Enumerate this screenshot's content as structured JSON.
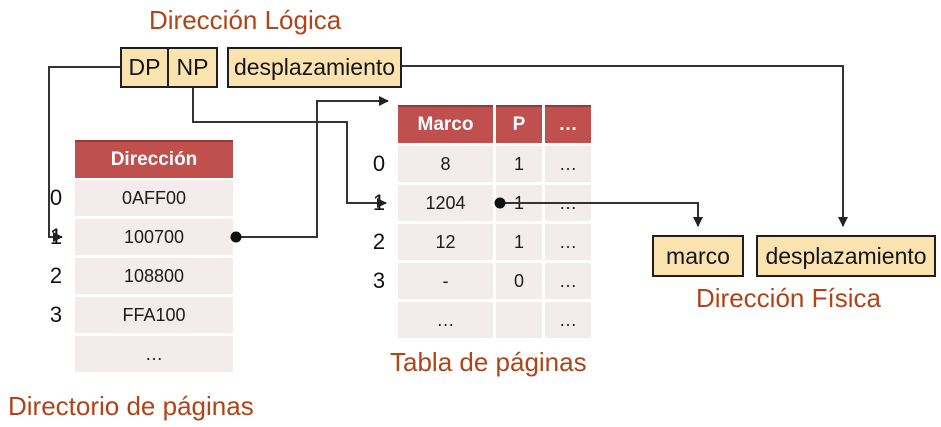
{
  "titles": {
    "logical": "Dirección Lógica",
    "physical": "Dirección Física",
    "directory_caption": "Directorio de páginas",
    "page_table_caption": "Tabla de páginas"
  },
  "logical_address": {
    "fields": [
      {
        "label": "DP"
      },
      {
        "label": "NP"
      },
      {
        "label": "desplazamiento"
      }
    ]
  },
  "physical_address": {
    "fields": [
      {
        "label": "marco"
      },
      {
        "label": "desplazamiento"
      }
    ]
  },
  "directory_table": {
    "header": "Dirección",
    "rows": [
      {
        "index": "0",
        "value": "0AFF00"
      },
      {
        "index": "1",
        "value": "100700"
      },
      {
        "index": "2",
        "value": "108800"
      },
      {
        "index": "3",
        "value": "FFA100"
      },
      {
        "index": "",
        "value": "…"
      }
    ]
  },
  "page_table": {
    "headers": [
      "Marco",
      "P",
      "…"
    ],
    "rows": [
      {
        "index": "0",
        "marco": "8",
        "p": "1",
        "more": "…"
      },
      {
        "index": "1",
        "marco": "1204",
        "p": "1",
        "more": "…"
      },
      {
        "index": "2",
        "marco": "12",
        "p": "1",
        "more": "…"
      },
      {
        "index": "3",
        "marco": "-",
        "p": "0",
        "more": "…"
      },
      {
        "index": "",
        "marco": "…",
        "p": "",
        "more": "…"
      }
    ]
  },
  "colors": {
    "header_bg": "#C0504D",
    "header_top_border": "#963A36",
    "row_bg": "#F2ECEB",
    "field_box_bg": "#FBE3B0",
    "caption_text": "#B04418",
    "line": "#333333"
  }
}
